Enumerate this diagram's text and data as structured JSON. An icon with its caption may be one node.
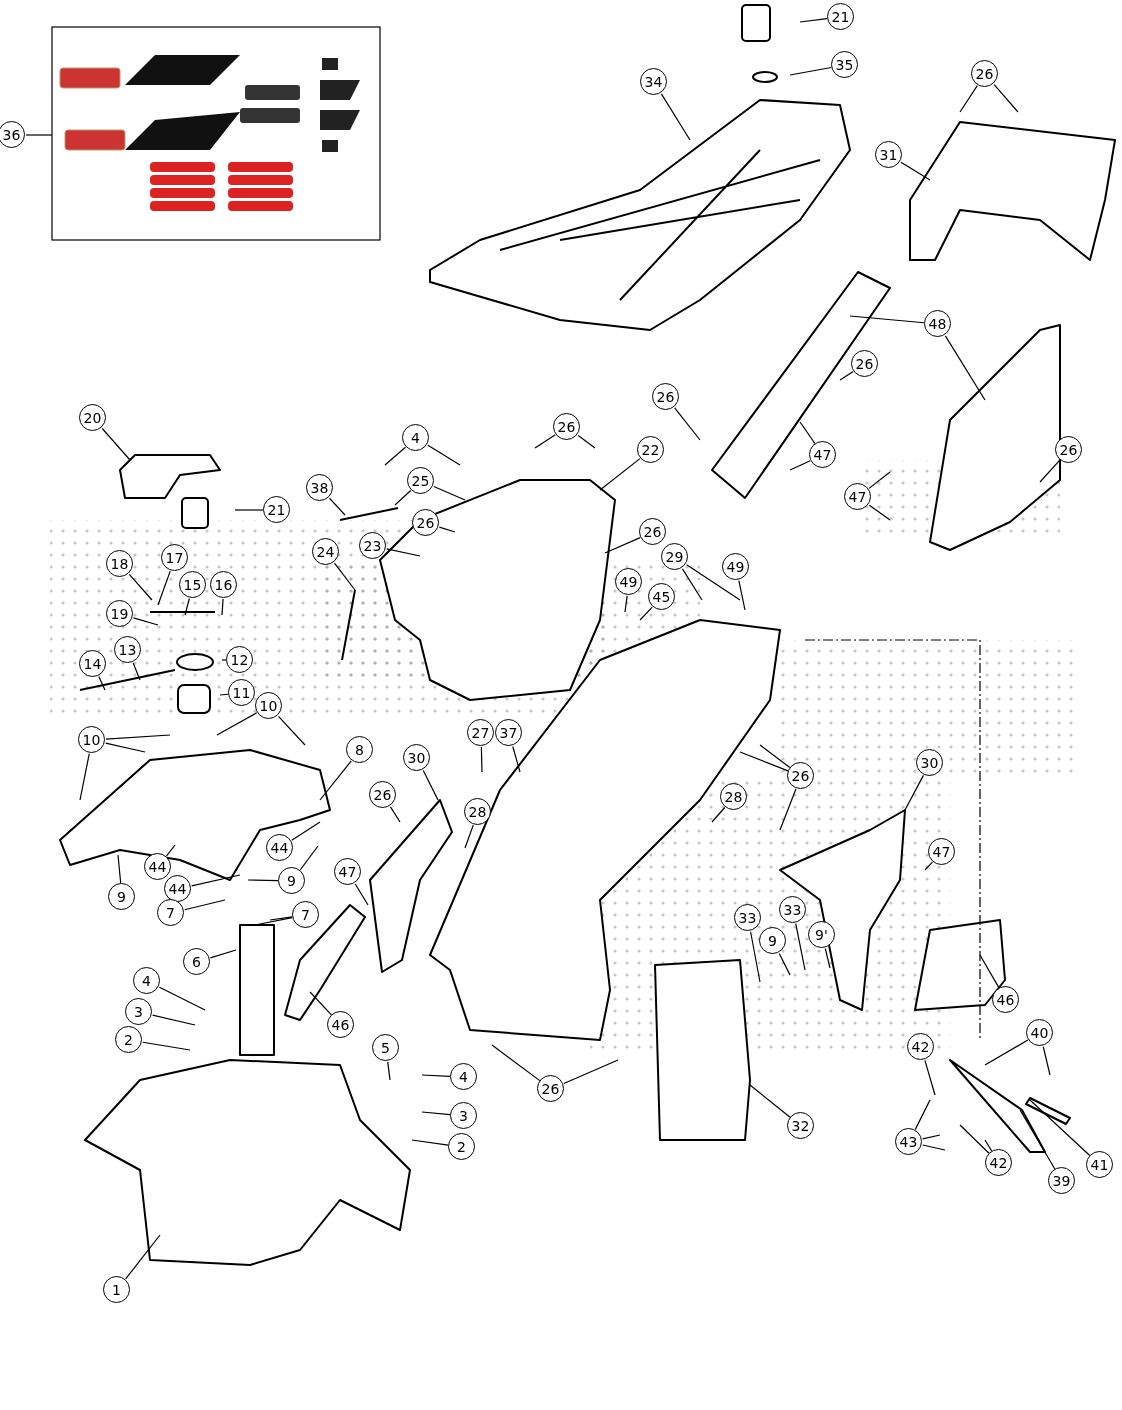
{
  "diagram": {
    "nodes": [
      {
        "text": [
          "36"
        ]
      },
      {
        "text": [
          "21"
        ]
      },
      {
        "text": [
          "35"
        ]
      },
      {
        "text": [
          "34"
        ]
      },
      {
        "text": [
          "26"
        ]
      },
      {
        "text": [
          "31"
        ]
      },
      {
        "text": [
          "48"
        ]
      },
      {
        "text": [
          "26"
        ]
      },
      {
        "text": [
          "26"
        ]
      },
      {
        "text": [
          "20"
        ]
      },
      {
        "text": [
          "4"
        ]
      },
      {
        "text": [
          "26"
        ]
      },
      {
        "text": [
          "22"
        ]
      },
      {
        "text": [
          "26"
        ]
      },
      {
        "text": [
          "47"
        ]
      },
      {
        "text": [
          "25"
        ]
      },
      {
        "text": [
          "38"
        ]
      },
      {
        "text": [
          "47"
        ]
      },
      {
        "text": [
          "21"
        ]
      },
      {
        "text": [
          "26"
        ]
      },
      {
        "text": [
          "26"
        ]
      },
      {
        "text": [
          "23"
        ]
      },
      {
        "text": [
          "24"
        ]
      },
      {
        "text": [
          "17"
        ]
      },
      {
        "text": [
          "29"
        ]
      },
      {
        "text": [
          "18"
        ]
      },
      {
        "text": [
          "49"
        ]
      },
      {
        "text": [
          "49"
        ]
      },
      {
        "text": [
          "15"
        ]
      },
      {
        "text": [
          "16"
        ]
      },
      {
        "text": [
          "45"
        ]
      },
      {
        "text": [
          "19"
        ]
      },
      {
        "text": [
          "13"
        ]
      },
      {
        "text": [
          "12"
        ]
      },
      {
        "text": [
          "14"
        ]
      },
      {
        "text": [
          "11"
        ]
      },
      {
        "text": [
          "10"
        ]
      },
      {
        "text": [
          "27"
        ]
      },
      {
        "text": [
          "37"
        ]
      },
      {
        "text": [
          "10"
        ]
      },
      {
        "text": [
          "8"
        ]
      },
      {
        "text": [
          "30"
        ]
      },
      {
        "text": [
          "30"
        ]
      },
      {
        "text": [
          "26"
        ]
      },
      {
        "text": [
          "28"
        ]
      },
      {
        "text": [
          "26"
        ]
      },
      {
        "text": [
          "28"
        ]
      },
      {
        "text": [
          "47"
        ]
      },
      {
        "text": [
          "44"
        ]
      },
      {
        "text": [
          "44"
        ]
      },
      {
        "text": [
          "47"
        ]
      },
      {
        "text": [
          "9"
        ]
      },
      {
        "text": [
          "44"
        ]
      },
      {
        "text": [
          "9"
        ]
      },
      {
        "text": [
          "7"
        ]
      },
      {
        "text": [
          "33"
        ]
      },
      {
        "text": [
          "7"
        ]
      },
      {
        "text": [
          "33"
        ]
      },
      {
        "text": [
          "9'"
        ]
      },
      {
        "text": [
          "9"
        ]
      },
      {
        "text": [
          "6"
        ]
      },
      {
        "text": [
          "4"
        ]
      },
      {
        "text": [
          "46"
        ]
      },
      {
        "text": [
          "3"
        ]
      },
      {
        "text": [
          "46"
        ]
      },
      {
        "text": [
          "40"
        ]
      },
      {
        "text": [
          "2"
        ]
      },
      {
        "text": [
          "42"
        ]
      },
      {
        "text": [
          "5"
        ]
      },
      {
        "text": [
          "4"
        ]
      },
      {
        "text": [
          "26"
        ]
      },
      {
        "text": [
          "3"
        ]
      },
      {
        "text": [
          "32"
        ]
      },
      {
        "text": [
          "43"
        ]
      },
      {
        "text": [
          "2"
        ]
      },
      {
        "text": [
          "42"
        ]
      },
      {
        "text": [
          "41"
        ]
      },
      {
        "text": [
          "39"
        ]
      },
      {
        "text": [
          "1"
        ]
      }
    ],
    "edges": [
      {
        "from": 0,
        "to": null,
        "arrow": "none"
      },
      {
        "from": 1,
        "to": null,
        "arrow": "none"
      },
      {
        "from": 2,
        "to": null,
        "arrow": "none"
      },
      {
        "from": 3,
        "to": null,
        "arrow": "none"
      },
      {
        "from": 4,
        "to": null,
        "arrow": "none"
      },
      {
        "from": 4,
        "to": null,
        "arrow": "none"
      },
      {
        "from": 5,
        "to": null,
        "arrow": "none"
      },
      {
        "from": 6,
        "to": null,
        "arrow": "none"
      },
      {
        "from": 6,
        "to": null,
        "arrow": "none"
      },
      {
        "from": 7,
        "to": null,
        "arrow": "none"
      },
      {
        "from": 8,
        "to": null,
        "arrow": "none"
      },
      {
        "from": 9,
        "to": null,
        "arrow": "none"
      },
      {
        "from": 10,
        "to": null,
        "arrow": "none"
      },
      {
        "from": 10,
        "to": null,
        "arrow": "none"
      },
      {
        "from": 11,
        "to": null,
        "arrow": "none"
      },
      {
        "from": 11,
        "to": null,
        "arrow": "none"
      },
      {
        "from": 12,
        "to": null,
        "arrow": "none"
      },
      {
        "from": 13,
        "to": null,
        "arrow": "none"
      },
      {
        "from": 14,
        "to": null,
        "arrow": "none"
      },
      {
        "from": 14,
        "to": null,
        "arrow": "none"
      },
      {
        "from": 15,
        "to": null,
        "arrow": "none"
      },
      {
        "from": 15,
        "to": null,
        "arrow": "none"
      },
      {
        "from": 16,
        "to": null,
        "arrow": "none"
      },
      {
        "from": 17,
        "to": null,
        "arrow": "none"
      },
      {
        "from": 17,
        "to": null,
        "arrow": "none"
      },
      {
        "from": 18,
        "to": null,
        "arrow": "none"
      },
      {
        "from": 19,
        "to": null,
        "arrow": "none"
      },
      {
        "from": 20,
        "to": null,
        "arrow": "none"
      },
      {
        "from": 21,
        "to": null,
        "arrow": "none"
      },
      {
        "from": 22,
        "to": null,
        "arrow": "none"
      },
      {
        "from": 23,
        "to": null,
        "arrow": "none"
      },
      {
        "from": 24,
        "to": null,
        "arrow": "none"
      },
      {
        "from": 24,
        "to": null,
        "arrow": "none"
      },
      {
        "from": 25,
        "to": null,
        "arrow": "none"
      },
      {
        "from": 26,
        "to": null,
        "arrow": "none"
      },
      {
        "from": 27,
        "to": null,
        "arrow": "none"
      },
      {
        "from": 28,
        "to": null,
        "arrow": "none"
      },
      {
        "from": 29,
        "to": null,
        "arrow": "none"
      },
      {
        "from": 30,
        "to": null,
        "arrow": "none"
      },
      {
        "from": 31,
        "to": null,
        "arrow": "none"
      },
      {
        "from": 32,
        "to": null,
        "arrow": "none"
      },
      {
        "from": 33,
        "to": null,
        "arrow": "none"
      },
      {
        "from": 34,
        "to": null,
        "arrow": "none"
      },
      {
        "from": 35,
        "to": null,
        "arrow": "none"
      },
      {
        "from": 36,
        "to": null,
        "arrow": "none"
      },
      {
        "from": 36,
        "to": null,
        "arrow": "none"
      },
      {
        "from": 37,
        "to": null,
        "arrow": "none"
      },
      {
        "from": 38,
        "to": null,
        "arrow": "none"
      },
      {
        "from": 39,
        "to": null,
        "arrow": "none"
      },
      {
        "from": 39,
        "to": null,
        "arrow": "none"
      },
      {
        "from": 39,
        "to": null,
        "arrow": "none"
      },
      {
        "from": 40,
        "to": null,
        "arrow": "none"
      },
      {
        "from": 41,
        "to": null,
        "arrow": "none"
      },
      {
        "from": 42,
        "to": null,
        "arrow": "none"
      },
      {
        "from": 43,
        "to": null,
        "arrow": "none"
      },
      {
        "from": 43,
        "to": null,
        "arrow": "none"
      },
      {
        "from": 43,
        "to": null,
        "arrow": "none"
      },
      {
        "from": 44,
        "to": null,
        "arrow": "none"
      },
      {
        "from": 45,
        "to": null,
        "arrow": "none"
      },
      {
        "from": 46,
        "to": null,
        "arrow": "none"
      },
      {
        "from": 47,
        "to": null,
        "arrow": "none"
      },
      {
        "from": 48,
        "to": null,
        "arrow": "none"
      },
      {
        "from": 49,
        "to": null,
        "arrow": "none"
      },
      {
        "from": 50,
        "to": null,
        "arrow": "none"
      },
      {
        "from": 51,
        "to": null,
        "arrow": "none"
      },
      {
        "from": 51,
        "to": null,
        "arrow": "none"
      },
      {
        "from": 52,
        "to": null,
        "arrow": "none"
      },
      {
        "from": 53,
        "to": null,
        "arrow": "none"
      },
      {
        "from": 54,
        "to": null,
        "arrow": "none"
      },
      {
        "from": 54,
        "to": null,
        "arrow": "none"
      },
      {
        "from": 55,
        "to": null,
        "arrow": "none"
      },
      {
        "from": 56,
        "to": null,
        "arrow": "none"
      },
      {
        "from": 57,
        "to": null,
        "arrow": "none"
      },
      {
        "from": 58,
        "to": null,
        "arrow": "none"
      },
      {
        "from": 59,
        "to": null,
        "arrow": "none"
      },
      {
        "from": 60,
        "to": null,
        "arrow": "none"
      },
      {
        "from": 61,
        "to": null,
        "arrow": "none"
      },
      {
        "from": 62,
        "to": null,
        "arrow": "none"
      },
      {
        "from": 63,
        "to": null,
        "arrow": "none"
      },
      {
        "from": 64,
        "to": null,
        "arrow": "none"
      },
      {
        "from": 65,
        "to": null,
        "arrow": "none"
      },
      {
        "from": 65,
        "to": null,
        "arrow": "none"
      },
      {
        "from": 66,
        "to": null,
        "arrow": "none"
      },
      {
        "from": 67,
        "to": null,
        "arrow": "none"
      },
      {
        "from": 68,
        "to": null,
        "arrow": "none"
      },
      {
        "from": 69,
        "to": null,
        "arrow": "none"
      },
      {
        "from": 70,
        "to": null,
        "arrow": "none"
      },
      {
        "from": 70,
        "to": null,
        "arrow": "none"
      },
      {
        "from": 71,
        "to": null,
        "arrow": "none"
      },
      {
        "from": 72,
        "to": null,
        "arrow": "none"
      },
      {
        "from": 73,
        "to": null,
        "arrow": "none"
      },
      {
        "from": 73,
        "to": null,
        "arrow": "none"
      },
      {
        "from": 73,
        "to": null,
        "arrow": "none"
      },
      {
        "from": 74,
        "to": null,
        "arrow": "none"
      },
      {
        "from": 75,
        "to": null,
        "arrow": "none"
      },
      {
        "from": 75,
        "to": null,
        "arrow": "none"
      },
      {
        "from": 76,
        "to": null,
        "arrow": "none"
      },
      {
        "from": 77,
        "to": null,
        "arrow": "none"
      },
      {
        "from": 78,
        "to": null,
        "arrow": "none"
      }
    ]
  }
}
